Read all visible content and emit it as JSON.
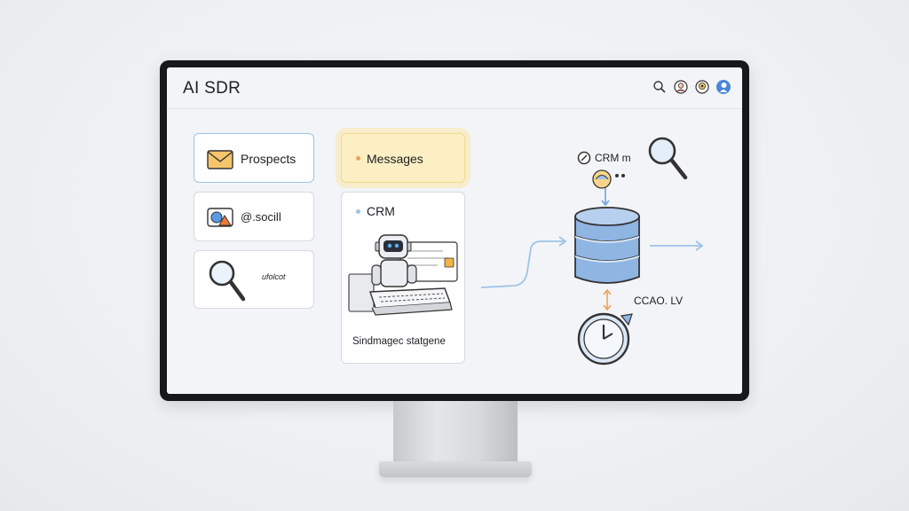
{
  "app": {
    "title": "AI SDR"
  },
  "header": {
    "icons": [
      "search-icon",
      "user-icon",
      "user-icon",
      "profile-icon"
    ]
  },
  "left_column": {
    "cards": [
      {
        "label": "Prospects",
        "icon": "envelope-icon"
      },
      {
        "label": "@.socill",
        "icon": "social-icon"
      },
      {
        "label": "ufolcot",
        "icon": "magnifier-icon"
      }
    ]
  },
  "middle_column": {
    "messages_label": "Messages",
    "crm_label": "CRM",
    "caption": "Sindmagec statgene"
  },
  "diagram": {
    "crm_tag": "CRM m",
    "db_label": "CCAO. LV"
  },
  "colors": {
    "accent_blue": "#9cc3e8",
    "highlight_yellow": "#fcefc4",
    "arrow_orange": "#e8a45a"
  }
}
